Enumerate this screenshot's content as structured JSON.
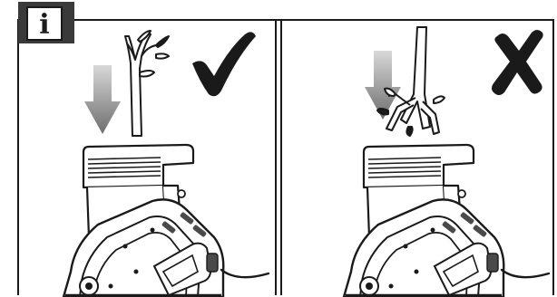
{
  "info_badge": {
    "glyph": "i",
    "colors": {
      "badge": "#3a3a3a",
      "square": "#ffffff",
      "glyph": "#1c1c1c"
    }
  },
  "panels": [
    {
      "id": "left",
      "verdict": "correct",
      "verdict_icon": "check-mark-icon",
      "branch_type": "straight-branch",
      "arrow_icon": "arrow-down-icon"
    },
    {
      "id": "right",
      "verdict": "incorrect",
      "verdict_icon": "cross-mark-icon",
      "branch_type": "branched-twig-bundle",
      "arrow_icon": "arrow-down-icon"
    }
  ],
  "colors": {
    "stroke": "#1a1a1a",
    "frame": "#1a1a1a",
    "arrow_light": "#d8d8d8",
    "arrow_dark": "#6e6e6e",
    "machine_fill": "#ffffff",
    "machine_dark": "#4a4a4a"
  }
}
